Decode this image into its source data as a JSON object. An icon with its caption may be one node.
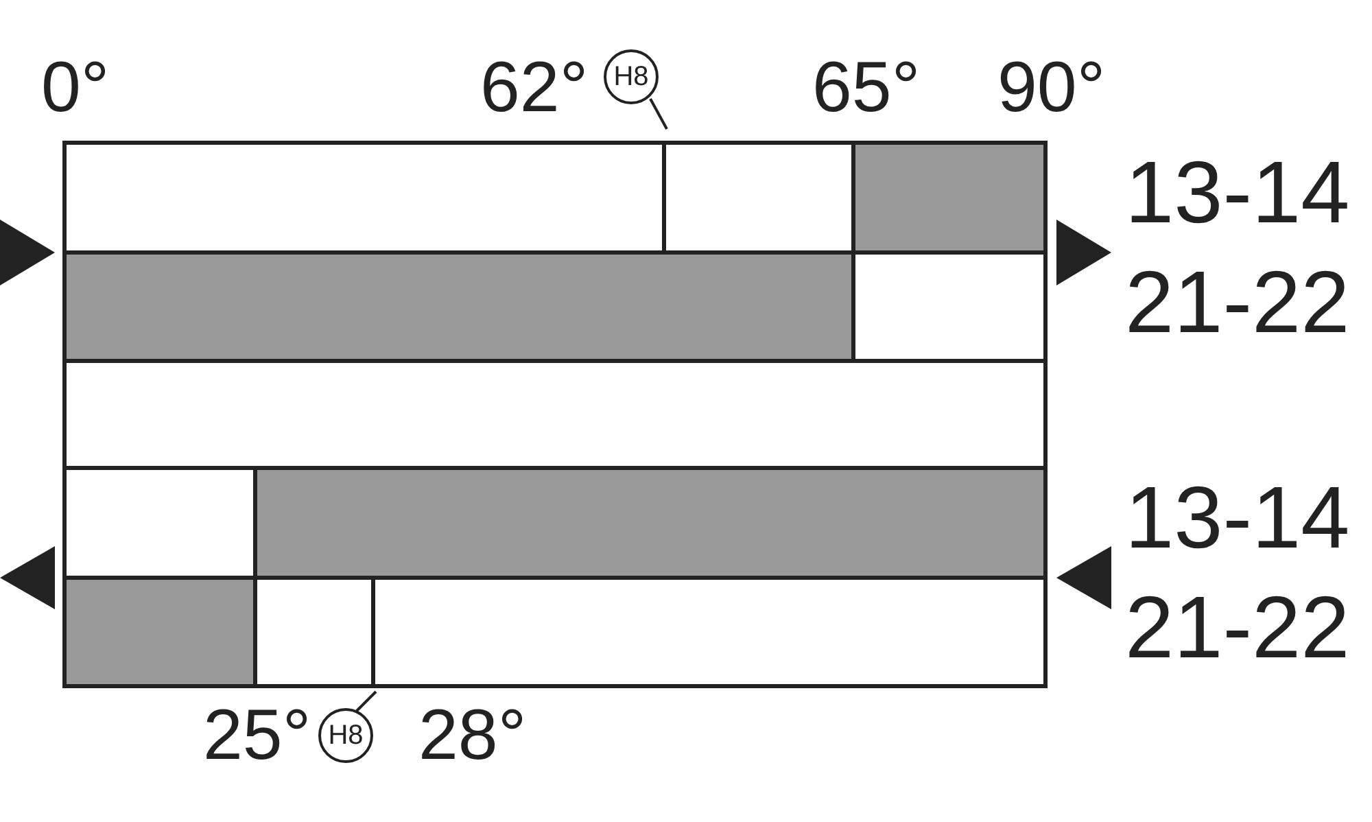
{
  "diagram": {
    "nodes": [
      {
        "text": [
          "H8"
        ]
      },
      {
        "text": [
          "H8"
        ]
      }
    ],
    "edges": [
      {
        "from": 0,
        "to": null,
        "arrow": "none"
      },
      {
        "from": 1,
        "to": null,
        "arrow": "none"
      }
    ],
    "labels": [
      "0°",
      "62°",
      "65°",
      "90°",
      "13-14",
      "21-22",
      "13-14",
      "21-22",
      "25°",
      "28°"
    ]
  }
}
